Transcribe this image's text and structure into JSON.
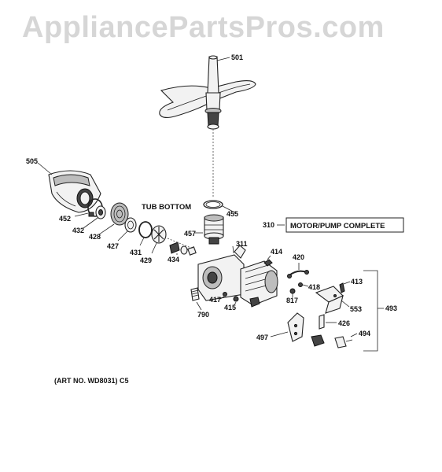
{
  "watermark": "AppliancePartsPros.com",
  "art_note": "(ART NO. WD8031) C5",
  "callouts": {
    "tub_bottom": "TUB BOTTOM",
    "motor_pump_complete": "MOTOR/PUMP COMPLETE"
  },
  "parts": {
    "p501": "501",
    "p505": "505",
    "p452": "452",
    "p432": "432",
    "p428": "428",
    "p427": "427",
    "p431": "431",
    "p429": "429",
    "p434": "434",
    "p455": "455",
    "p457": "457",
    "p311": "311",
    "p310": "310",
    "p414": "414",
    "p420": "420",
    "p418": "418",
    "p413": "413",
    "p817": "817",
    "p553": "553",
    "p493": "493",
    "p417": "417",
    "p415": "415",
    "p790": "790",
    "p426": "426",
    "p494": "494",
    "p497": "497"
  }
}
